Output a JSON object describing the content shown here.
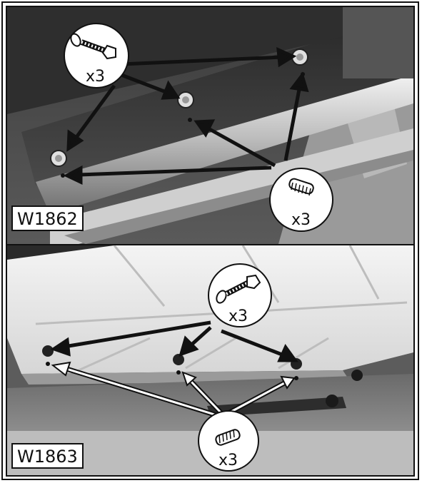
{
  "figures": [
    {
      "id_label": "W1862",
      "bolt_callout": {
        "icon": "hex-bolt-with-washer-icon",
        "quantity": "x3"
      },
      "setscrew_callout": {
        "icon": "set-screw-icon",
        "quantity": "x3"
      }
    },
    {
      "id_label": "W1863",
      "bolt_callout": {
        "icon": "hex-bolt-with-washer-icon",
        "quantity": "x3"
      },
      "setscrew_callout": {
        "icon": "set-screw-icon",
        "quantity": "x3"
      }
    }
  ]
}
